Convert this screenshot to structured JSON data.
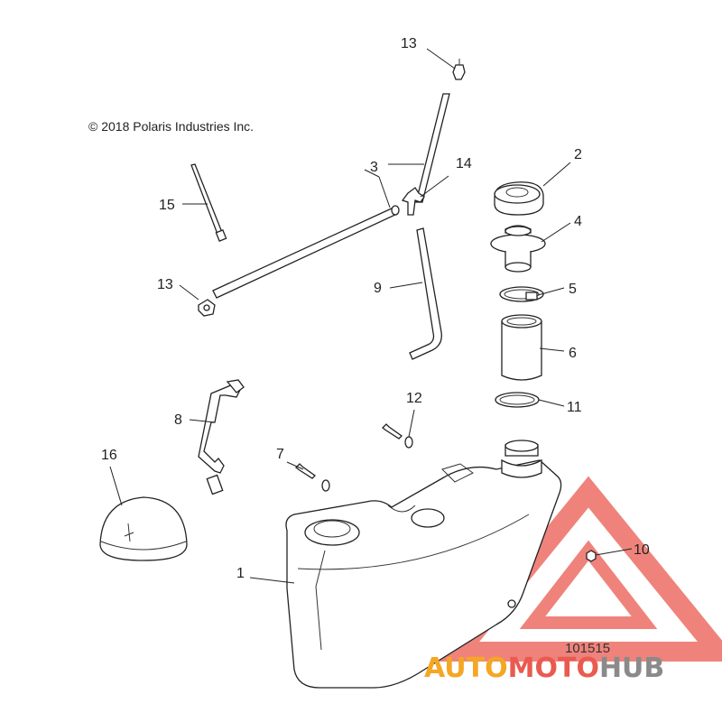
{
  "copyright": "© 2018 Polaris Industries Inc.",
  "diagram_id": "101515",
  "watermark": {
    "brand_part1": "AUTO",
    "brand_part2": "MOTO",
    "brand_part3": "HUB",
    "color_orange": "#f5a623",
    "color_red": "#ea5a4f",
    "color_gray": "#8a8a8a"
  },
  "callouts": {
    "p1": "1",
    "p2": "2",
    "p3": "3",
    "p4": "4",
    "p5": "5",
    "p6": "6",
    "p7": "7",
    "p8": "8",
    "p9": "9",
    "p10": "10",
    "p11": "11",
    "p12": "12",
    "p13a": "13",
    "p13b": "13",
    "p14": "14",
    "p15": "15",
    "p16": "16"
  }
}
